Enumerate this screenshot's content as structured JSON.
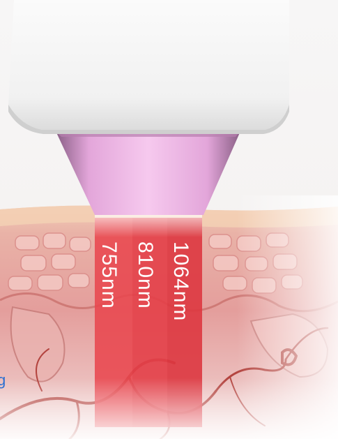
{
  "wavelengths": [
    {
      "label": "755nm",
      "color": "#e8474f"
    },
    {
      "label": "810nm",
      "color": "#e33f48"
    },
    {
      "label": "1064nm",
      "color": "#dd3740"
    }
  ],
  "edge_text": "g",
  "colors": {
    "background": "#f6f4f3",
    "handpiece": "#f3f3f3",
    "nozzle": "#e39fd8",
    "skin": "#e7a6a4",
    "vessel": "#b3443f",
    "beam": "#e8474f",
    "edge_text": "#2a6fd1"
  }
}
